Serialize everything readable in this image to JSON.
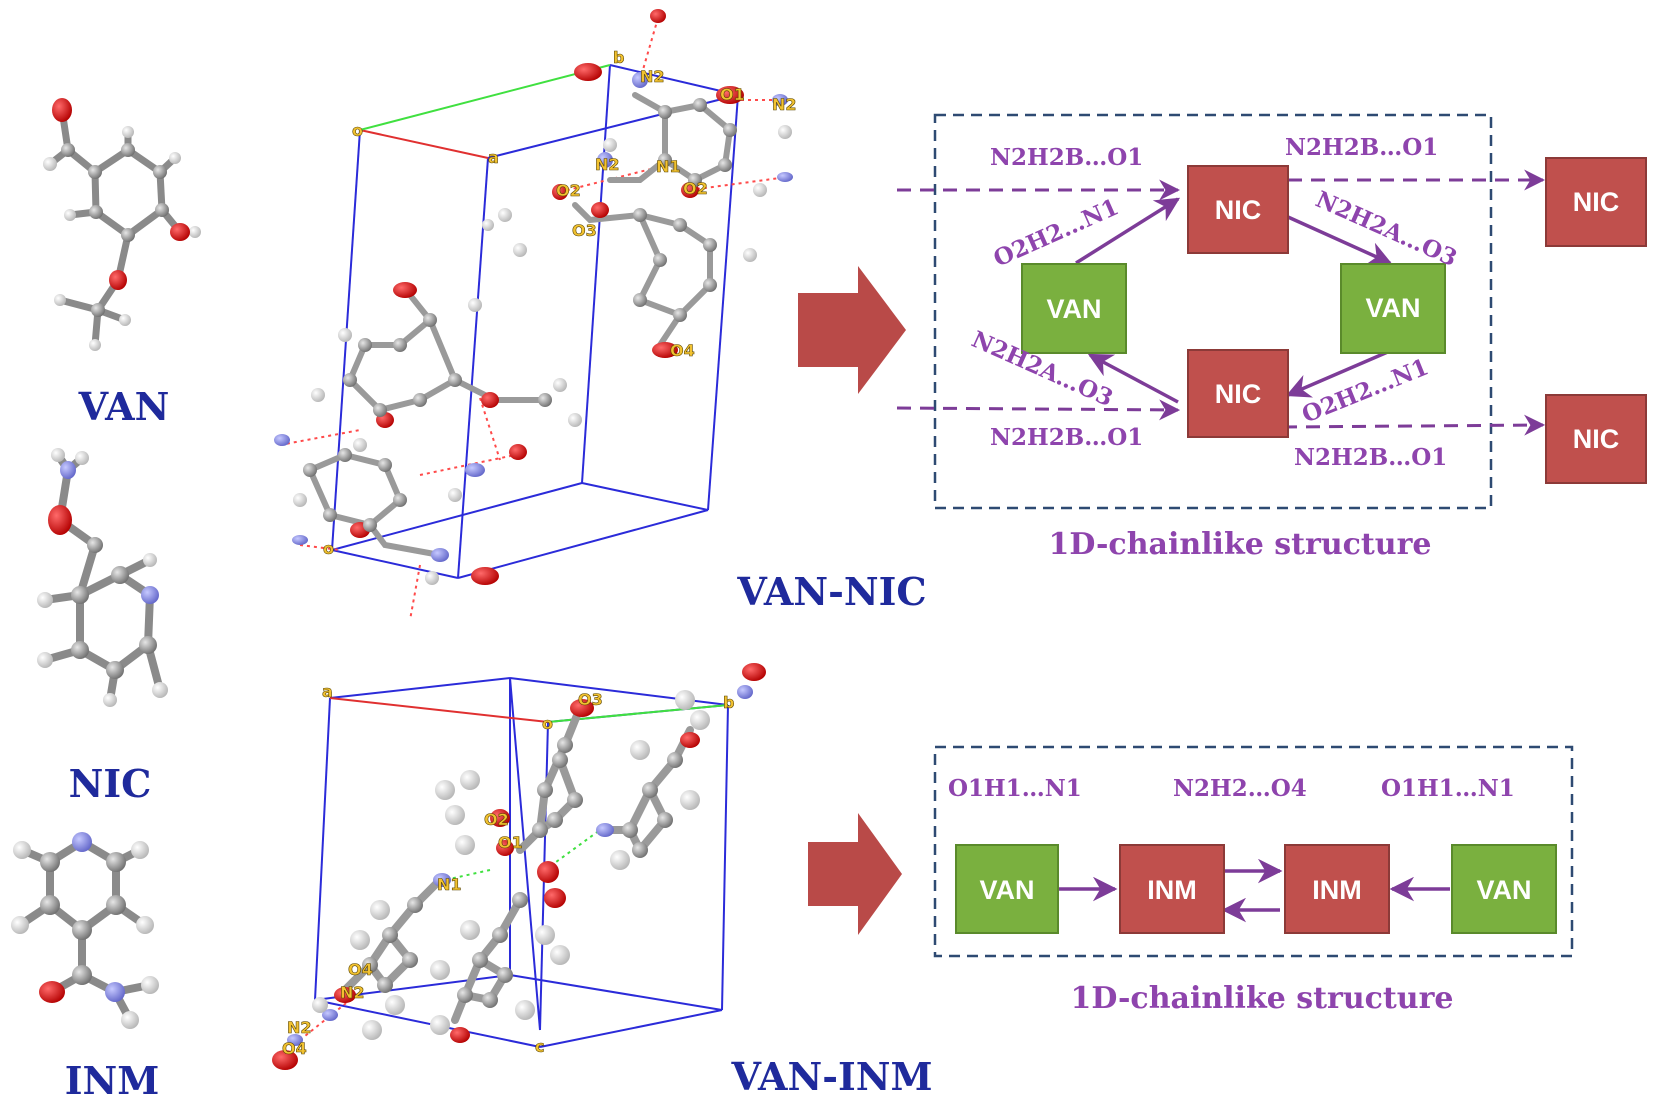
{
  "molecules": {
    "van": "VAN",
    "nic": "NIC",
    "inm": "INM"
  },
  "cocrystals": {
    "van_nic": "VAN-NIC",
    "van_inm": "VAN-INM"
  },
  "nic_scheme": {
    "boxes": {
      "nic": "NIC",
      "van": "VAN"
    },
    "labels": {
      "top_left": "N2H2B…O1",
      "top_right": "N2H2B…O1",
      "upper_left_diag": "O2H2…N1",
      "upper_right_diag": "N2H2A…O3",
      "lower_left_diag": "N2H2A…O3",
      "lower_right_diag": "O2H2…N1",
      "bottom_left": "N2H2B…O1",
      "bottom_right": "N2H2B…O1"
    },
    "caption": "1D-chainlike structure"
  },
  "inm_scheme": {
    "boxes": {
      "van": "VAN",
      "inm": "INM"
    },
    "labels": {
      "left": "O1H1…N1",
      "middle": "N2H2…O4",
      "right": "O1H1…N1"
    },
    "caption": "1D-chainlike structure"
  },
  "atom_labels": {
    "nic_cell": [
      "b",
      "N2",
      "O1",
      "N2",
      "o",
      "a",
      "N2",
      "N1",
      "O2",
      "O3",
      "O2",
      "O4",
      "o"
    ],
    "inm_cell": [
      "a",
      "O3",
      "o",
      "b",
      "O2",
      "O1",
      "N1",
      "O4",
      "N2",
      "N2",
      "O4",
      "c"
    ]
  },
  "colors": {
    "nic_box": "#c0504d",
    "van_box": "#7ab03f",
    "arrow_purple": "#7d3c98",
    "big_arrow": "#b94a48",
    "cell_edge": "#2b2bd9",
    "label_blue": "#1f2a9c"
  }
}
